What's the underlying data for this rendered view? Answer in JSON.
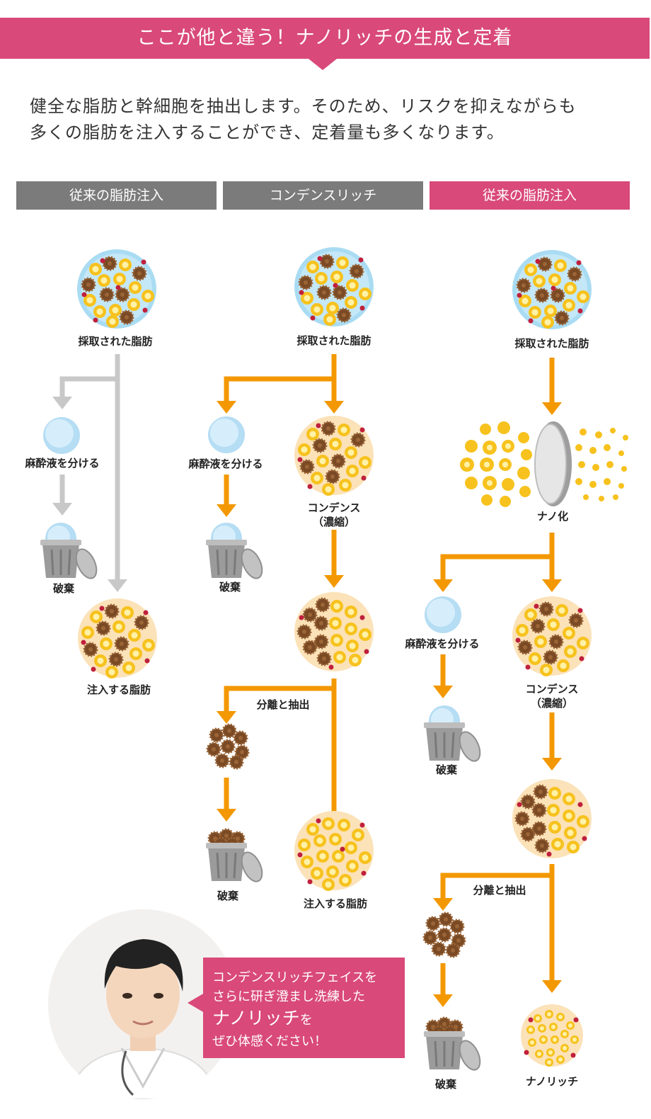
{
  "banner": {
    "title": "ここが他と違う！ナノリッチの生成と定着"
  },
  "intro": {
    "line1": "健全な脂肪と幹細胞を抽出します。そのため、リスクを抑えながらも",
    "line2": "多くの脂肪を注入することができ、定着量も多くなります。"
  },
  "columns": [
    {
      "label": "従来の脂肪注入"
    },
    {
      "label": "コンデンスリッチ"
    },
    {
      "label": "従来の脂肪注入"
    }
  ],
  "labels": {
    "harvested": "採取された脂肪",
    "separate_anesthetic": "麻酔液を分ける",
    "discard": "破棄",
    "injected_fat": "注入する脂肪",
    "condense": "コンデンス",
    "condense_note": "（濃縮）",
    "separate_extract": "分離と抽出",
    "nano": "ナノ化",
    "nanorich": "ナノリッチ"
  },
  "bubble": {
    "line1": "コンデンスリッチフェイスを",
    "line2": "さらに研ぎ澄まし洗練した",
    "line3_main": "ナノリッチ",
    "line3_suffix": "を",
    "line4": "ぜひ体感ください！"
  },
  "colors": {
    "pink": "#d9497a",
    "gray": "#7b7b7b",
    "orange": "#f39800",
    "light_gray_arrow": "#c8c8c8"
  }
}
